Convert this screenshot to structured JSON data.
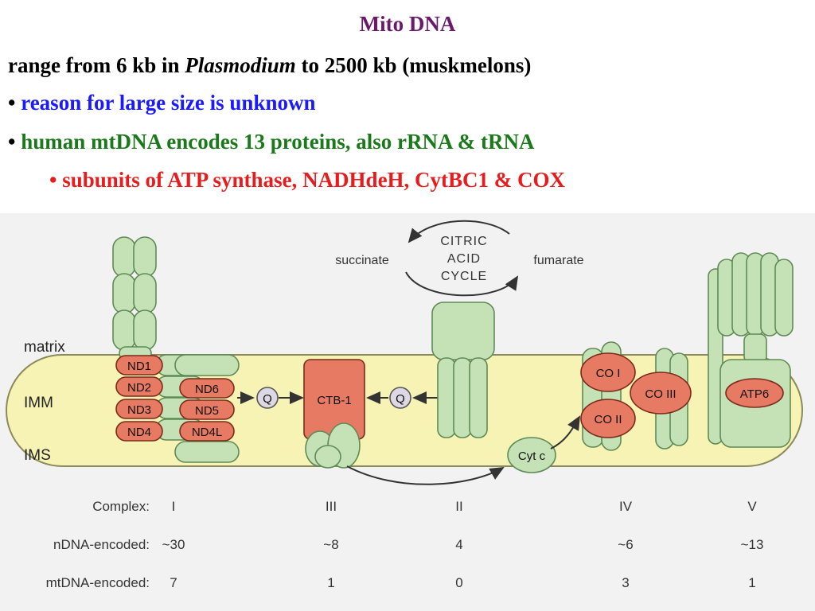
{
  "slide": {
    "title": "Mito DNA",
    "line1_prefix": "range from 6 kb in ",
    "line1_italic": "Plasmodium",
    "line1_suffix": " to 2500 kb (muskmelons)",
    "bullet": "•",
    "bullet1": "reason for large size is unknown",
    "bullet2": "human mtDNA encodes 13 proteins, also rRNA & tRNA",
    "sub_bullet_prefix": "subunits of ATP synthase, ",
    "sub_bullet_red": "NADHdeH, CytBC1 & COX"
  },
  "colors": {
    "title": "#6b1a6b",
    "bullet1": "#1a1aff",
    "bullet2": "#1a7a1a",
    "sub_bullet": "#e81c1c",
    "membrane": "#f7f3b4",
    "protein_green": "#c5e2b6",
    "protein_red": "#e67a62",
    "background_panel": "#f2f2f2"
  },
  "diagram": {
    "region_labels": {
      "matrix": "matrix",
      "imm": "IMM",
      "ims": "IMS"
    },
    "cycle": {
      "line1": "CITRIC",
      "line2": "ACID",
      "line3": "CYCLE",
      "left": "succinate",
      "right": "fumarate"
    },
    "complex1": [
      "ND1",
      "ND2",
      "ND3",
      "ND4",
      "ND6",
      "ND5",
      "ND4L"
    ],
    "carriers": {
      "q": "Q",
      "cytc": "Cyt c"
    },
    "complex3": "CTB-1",
    "complex4": [
      "CO I",
      "CO II",
      "CO III"
    ],
    "complex5": "ATP6"
  },
  "table": {
    "row_labels": [
      "Complex:",
      "nDNA-encoded:",
      "mtDNA-encoded:"
    ],
    "complexes": [
      "I",
      "III",
      "II",
      "IV",
      "V"
    ],
    "ndna": [
      "~30",
      "~8",
      "4",
      "~6",
      "~13"
    ],
    "mtdna": [
      "7",
      "1",
      "0",
      "3",
      "1"
    ]
  }
}
